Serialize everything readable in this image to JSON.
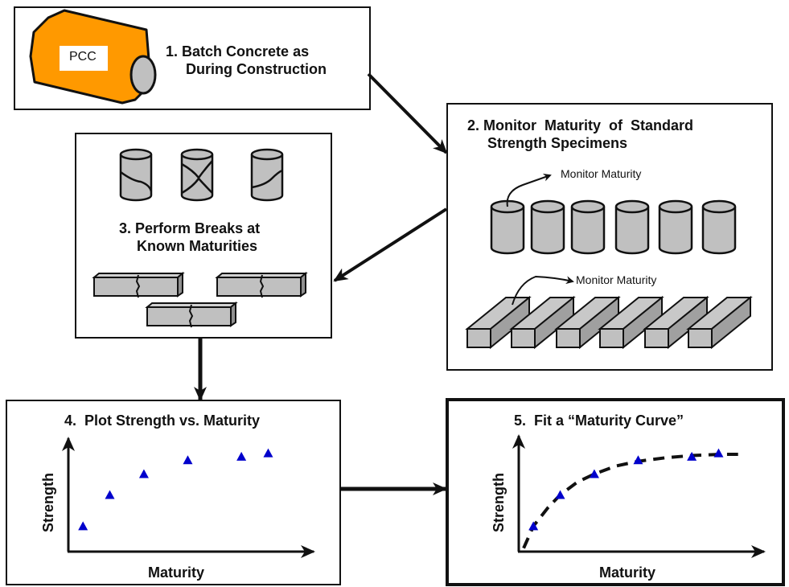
{
  "steps": [
    {
      "number": "1.",
      "line1": "Batch Concrete as",
      "line2": "During Construction",
      "drum_label": "PCC"
    },
    {
      "number": "2.",
      "line1": "Monitor  Maturity  of  Standard",
      "line2": "Strength Specimens",
      "annotation_cylinders": "Monitor Maturity",
      "annotation_beams": "Monitor Maturity"
    },
    {
      "number": "3.",
      "line1": "Perform Breaks at",
      "line2": "Known Maturities"
    },
    {
      "number": "4.",
      "line1": "Plot Strength vs. Maturity"
    },
    {
      "number": "5.",
      "line1": "Fit a “Maturity Curve”"
    }
  ],
  "colors": {
    "drum": "#FF9900",
    "specimen": "#C0C0C0",
    "specimen_side": "#A0A0A0",
    "marker": "#0000CC",
    "line": "#111111"
  },
  "chart_data": [
    {
      "type": "scatter",
      "title": "4.  Plot Strength vs. Maturity",
      "xlabel": "Maturity",
      "ylabel": "Strength",
      "xlim": [
        0,
        100
      ],
      "ylim": [
        0,
        100
      ],
      "grid": false,
      "marker": "triangle",
      "x": [
        6,
        17,
        31,
        49,
        71,
        82
      ],
      "y": [
        22,
        49,
        67,
        79,
        82,
        85
      ]
    },
    {
      "type": "scatter",
      "title": "5.  Fit a “Maturity Curve”",
      "xlabel": "Maturity",
      "ylabel": "Strength",
      "xlim": [
        0,
        100
      ],
      "ylim": [
        0,
        100
      ],
      "grid": false,
      "marker": "triangle",
      "x": [
        6,
        17,
        31,
        49,
        71,
        82
      ],
      "y": [
        22,
        49,
        67,
        79,
        82,
        85
      ],
      "fit_curve": {
        "style": "dashed",
        "x": [
          2,
          6,
          12,
          17,
          24,
          31,
          40,
          49,
          60,
          71,
          82,
          90
        ],
        "y": [
          3,
          22,
          38,
          49,
          60,
          67,
          74,
          78,
          81,
          83,
          84,
          84
        ]
      }
    }
  ]
}
